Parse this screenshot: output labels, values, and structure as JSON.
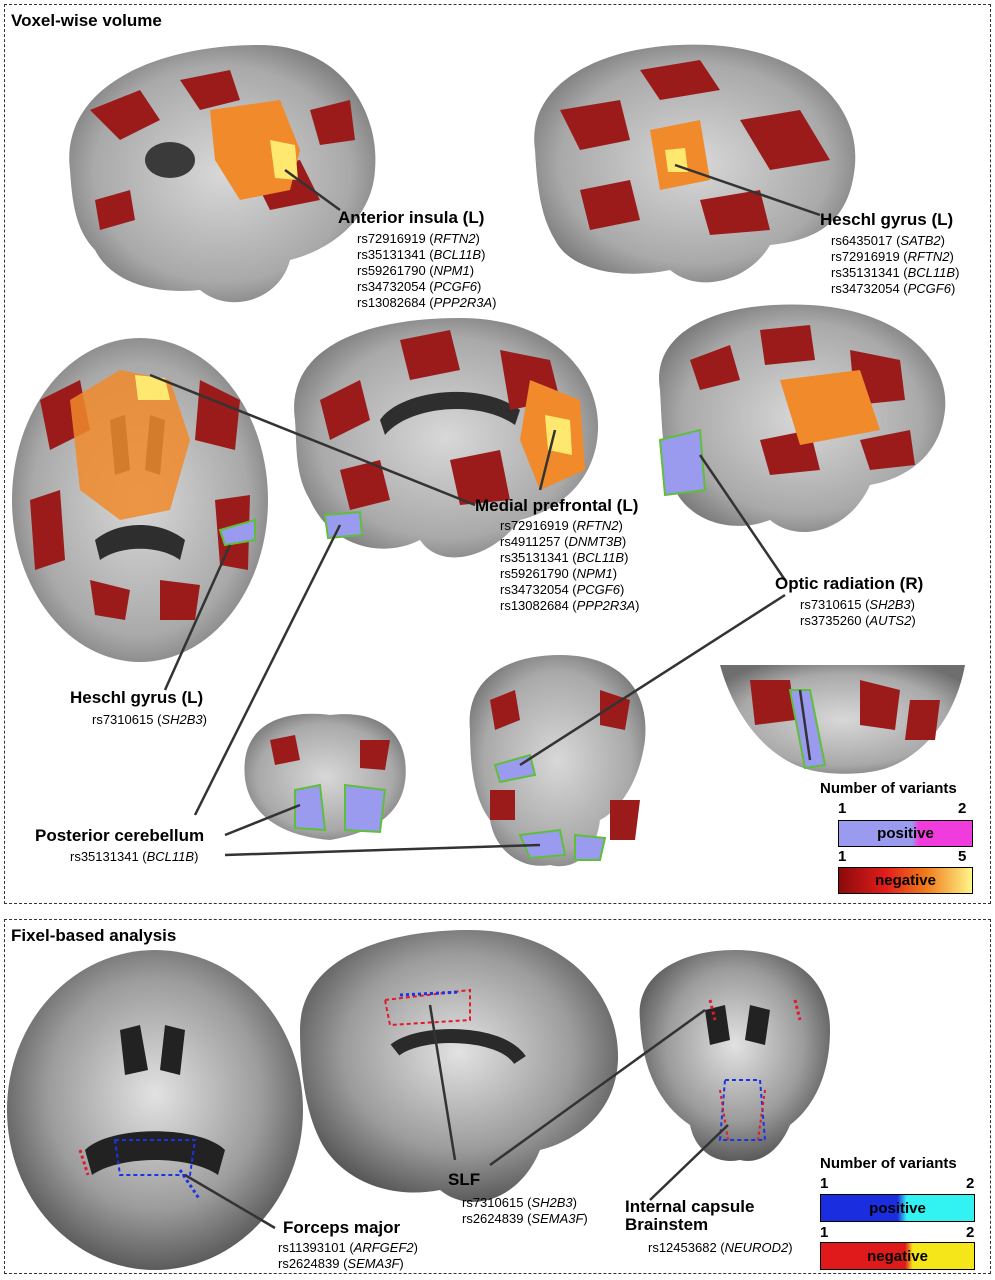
{
  "voxel": {
    "title": "Voxel-wise volume",
    "regions": [
      {
        "label": "Anterior insula (L)",
        "snps": [
          {
            "rs": "rs72916919",
            "gene": "RFTN2"
          },
          {
            "rs": "rs35131341",
            "gene": "BCL11B"
          },
          {
            "rs": "rs59261790",
            "gene": "NPM1"
          },
          {
            "rs": "rs34732054",
            "gene": "PCGF6"
          },
          {
            "rs": "rs13082684",
            "gene": "PPP2R3A"
          }
        ]
      },
      {
        "label": "Heschl gyrus (L)",
        "snps": [
          {
            "rs": "rs6435017",
            "gene": "SATB2"
          },
          {
            "rs": "rs72916919",
            "gene": "RFTN2"
          },
          {
            "rs": "rs35131341",
            "gene": "BCL11B"
          },
          {
            "rs": "rs34732054",
            "gene": "PCGF6"
          }
        ]
      },
      {
        "label": "Medial prefrontal (L)",
        "snps": [
          {
            "rs": "rs72916919",
            "gene": "RFTN2"
          },
          {
            "rs": "rs4911257",
            "gene": "DNMT3B"
          },
          {
            "rs": "rs35131341",
            "gene": "BCL11B"
          },
          {
            "rs": "rs59261790",
            "gene": "NPM1"
          },
          {
            "rs": "rs34732054",
            "gene": "PCGF6"
          },
          {
            "rs": "rs13082684",
            "gene": "PPP2R3A"
          }
        ]
      },
      {
        "label": "Optic radiation (R)",
        "snps": [
          {
            "rs": "rs7310615",
            "gene": "SH2B3"
          },
          {
            "rs": "rs3735260",
            "gene": "AUTS2"
          }
        ]
      },
      {
        "label": "Heschl gyrus (L)",
        "snps": [
          {
            "rs": "rs7310615",
            "gene": "SH2B3"
          }
        ]
      },
      {
        "label": "Posterior cerebellum",
        "snps": [
          {
            "rs": "rs35131341",
            "gene": "BCL11B"
          }
        ]
      }
    ],
    "legend": {
      "title": "Number of variants",
      "positive": {
        "label": "positive",
        "min": "1",
        "max": "2",
        "colors": [
          "#9a9aee",
          "#f03cdc"
        ]
      },
      "negative": {
        "label": "negative",
        "min": "1",
        "max": "5",
        "colors": [
          "#8b0a0a",
          "#e21c1c",
          "#f07a1a",
          "#fff68a"
        ]
      }
    }
  },
  "fixel": {
    "title": "Fixel-based analysis",
    "regions": [
      {
        "label": "Forceps major",
        "snps": [
          {
            "rs": "rs11393101",
            "gene": "ARFGEF2"
          },
          {
            "rs": "rs2624839",
            "gene": "SEMA3F"
          }
        ]
      },
      {
        "label": "SLF",
        "snps": [
          {
            "rs": "rs7310615",
            "gene": "SH2B3"
          },
          {
            "rs": "rs2624839",
            "gene": "SEMA3F"
          }
        ]
      },
      {
        "label_lines": [
          "Internal capsule",
          "Brainstem"
        ],
        "snps": [
          {
            "rs": "rs12453682",
            "gene": "NEUROD2"
          }
        ]
      }
    ],
    "legend": {
      "title": "Number of variants",
      "positive": {
        "label": "positive",
        "min": "1",
        "max": "2",
        "colors": [
          "#1a2ee0",
          "#33f2f2"
        ]
      },
      "negative": {
        "label": "negative",
        "min": "1",
        "max": "2",
        "colors": [
          "#e01a1a",
          "#f5e61a"
        ]
      }
    }
  },
  "colors": {
    "brain_gray": "#b8b8b8",
    "overlay_dark_red": "#9b1b1b",
    "overlay_orange": "#f08a2a",
    "overlay_yellow": "#ffe870",
    "overlay_blue": "#9a9aee",
    "overlay_outline_green": "#5fbf3a",
    "fixel_blue": "#1a33e6",
    "fixel_red": "#e01a2a"
  }
}
